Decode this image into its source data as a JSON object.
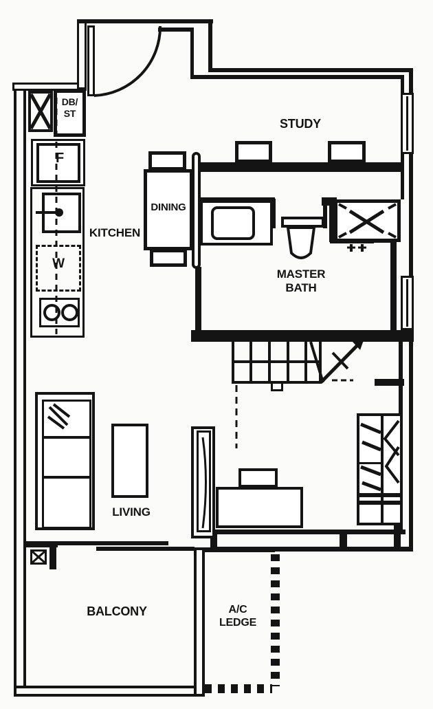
{
  "colors": {
    "ink": "#141414",
    "paper": "#fbfbfa"
  },
  "rooms": {
    "study": "STUDY",
    "kitchen": "KITCHEN",
    "dining": "DINING",
    "master_bath": {
      "l1": "MASTER",
      "l2": "BATH"
    },
    "living": "LIVING",
    "balcony": "BALCONY",
    "ac_ledge": {
      "l1": "A/C",
      "l2": "LEDGE"
    }
  },
  "fixtures": {
    "db_st": {
      "l1": "DB/",
      "l2": "ST"
    },
    "fridge": "F",
    "washer": "W"
  }
}
